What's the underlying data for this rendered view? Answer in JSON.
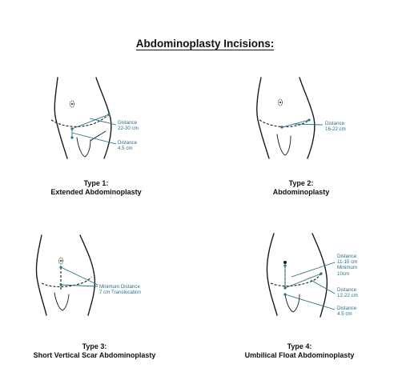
{
  "title": "Abdominoplasty Incisions:",
  "figures": [
    {
      "caption_line1": "Type 1:",
      "caption_line2": "Extended Abdominoplasty",
      "annotations": [
        {
          "line1": "Distance",
          "line2": "22-30 cm"
        },
        {
          "line1": "Distance",
          "line2": "4.5 cm"
        }
      ]
    },
    {
      "caption_line1": "Type 2:",
      "caption_line2": "Abdominoplasty",
      "annotations": [
        {
          "line1": "Distance",
          "line2": "16-22 cm"
        }
      ]
    },
    {
      "caption_line1": "Type 3:",
      "caption_line2": "Short Vertical Scar Abdominoplasty",
      "annotations": [
        {
          "line1": "Minimum Distance",
          "line2": "7 cm Translocation"
        }
      ]
    },
    {
      "caption_line1": "Type 4:",
      "caption_line2": "Umbilical Float Abdominoplasty",
      "annotations": [
        {
          "line1": "Distance",
          "line2": "11-15 cm",
          "line3": "Minimum",
          "line4": "10cm"
        },
        {
          "line1": "Distance",
          "line2": "12-22 cm"
        },
        {
          "line1": "Distance",
          "line2": "4.5 cm"
        }
      ]
    }
  ],
  "colors": {
    "annotation": "#2a6f86",
    "outline": "#1a1a1a"
  }
}
